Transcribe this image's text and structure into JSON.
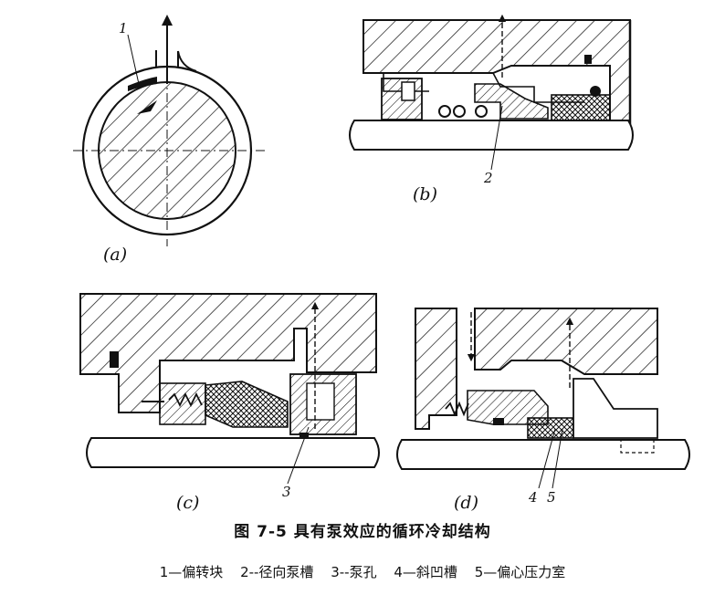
{
  "panels": {
    "a": "(a)",
    "b": "(b)",
    "c": "(c)",
    "d": "(d)"
  },
  "part_numbers": {
    "n1": "1",
    "n2": "2",
    "n3": "3",
    "n4": "4",
    "n5": "5"
  },
  "caption": "图 7-5   具有泵效应的循环冷却结构",
  "legend": [
    "1—偏转块",
    "2--径向泵槽",
    "3--泵孔",
    "4—斜凹槽",
    "5—偏心压力室"
  ]
}
